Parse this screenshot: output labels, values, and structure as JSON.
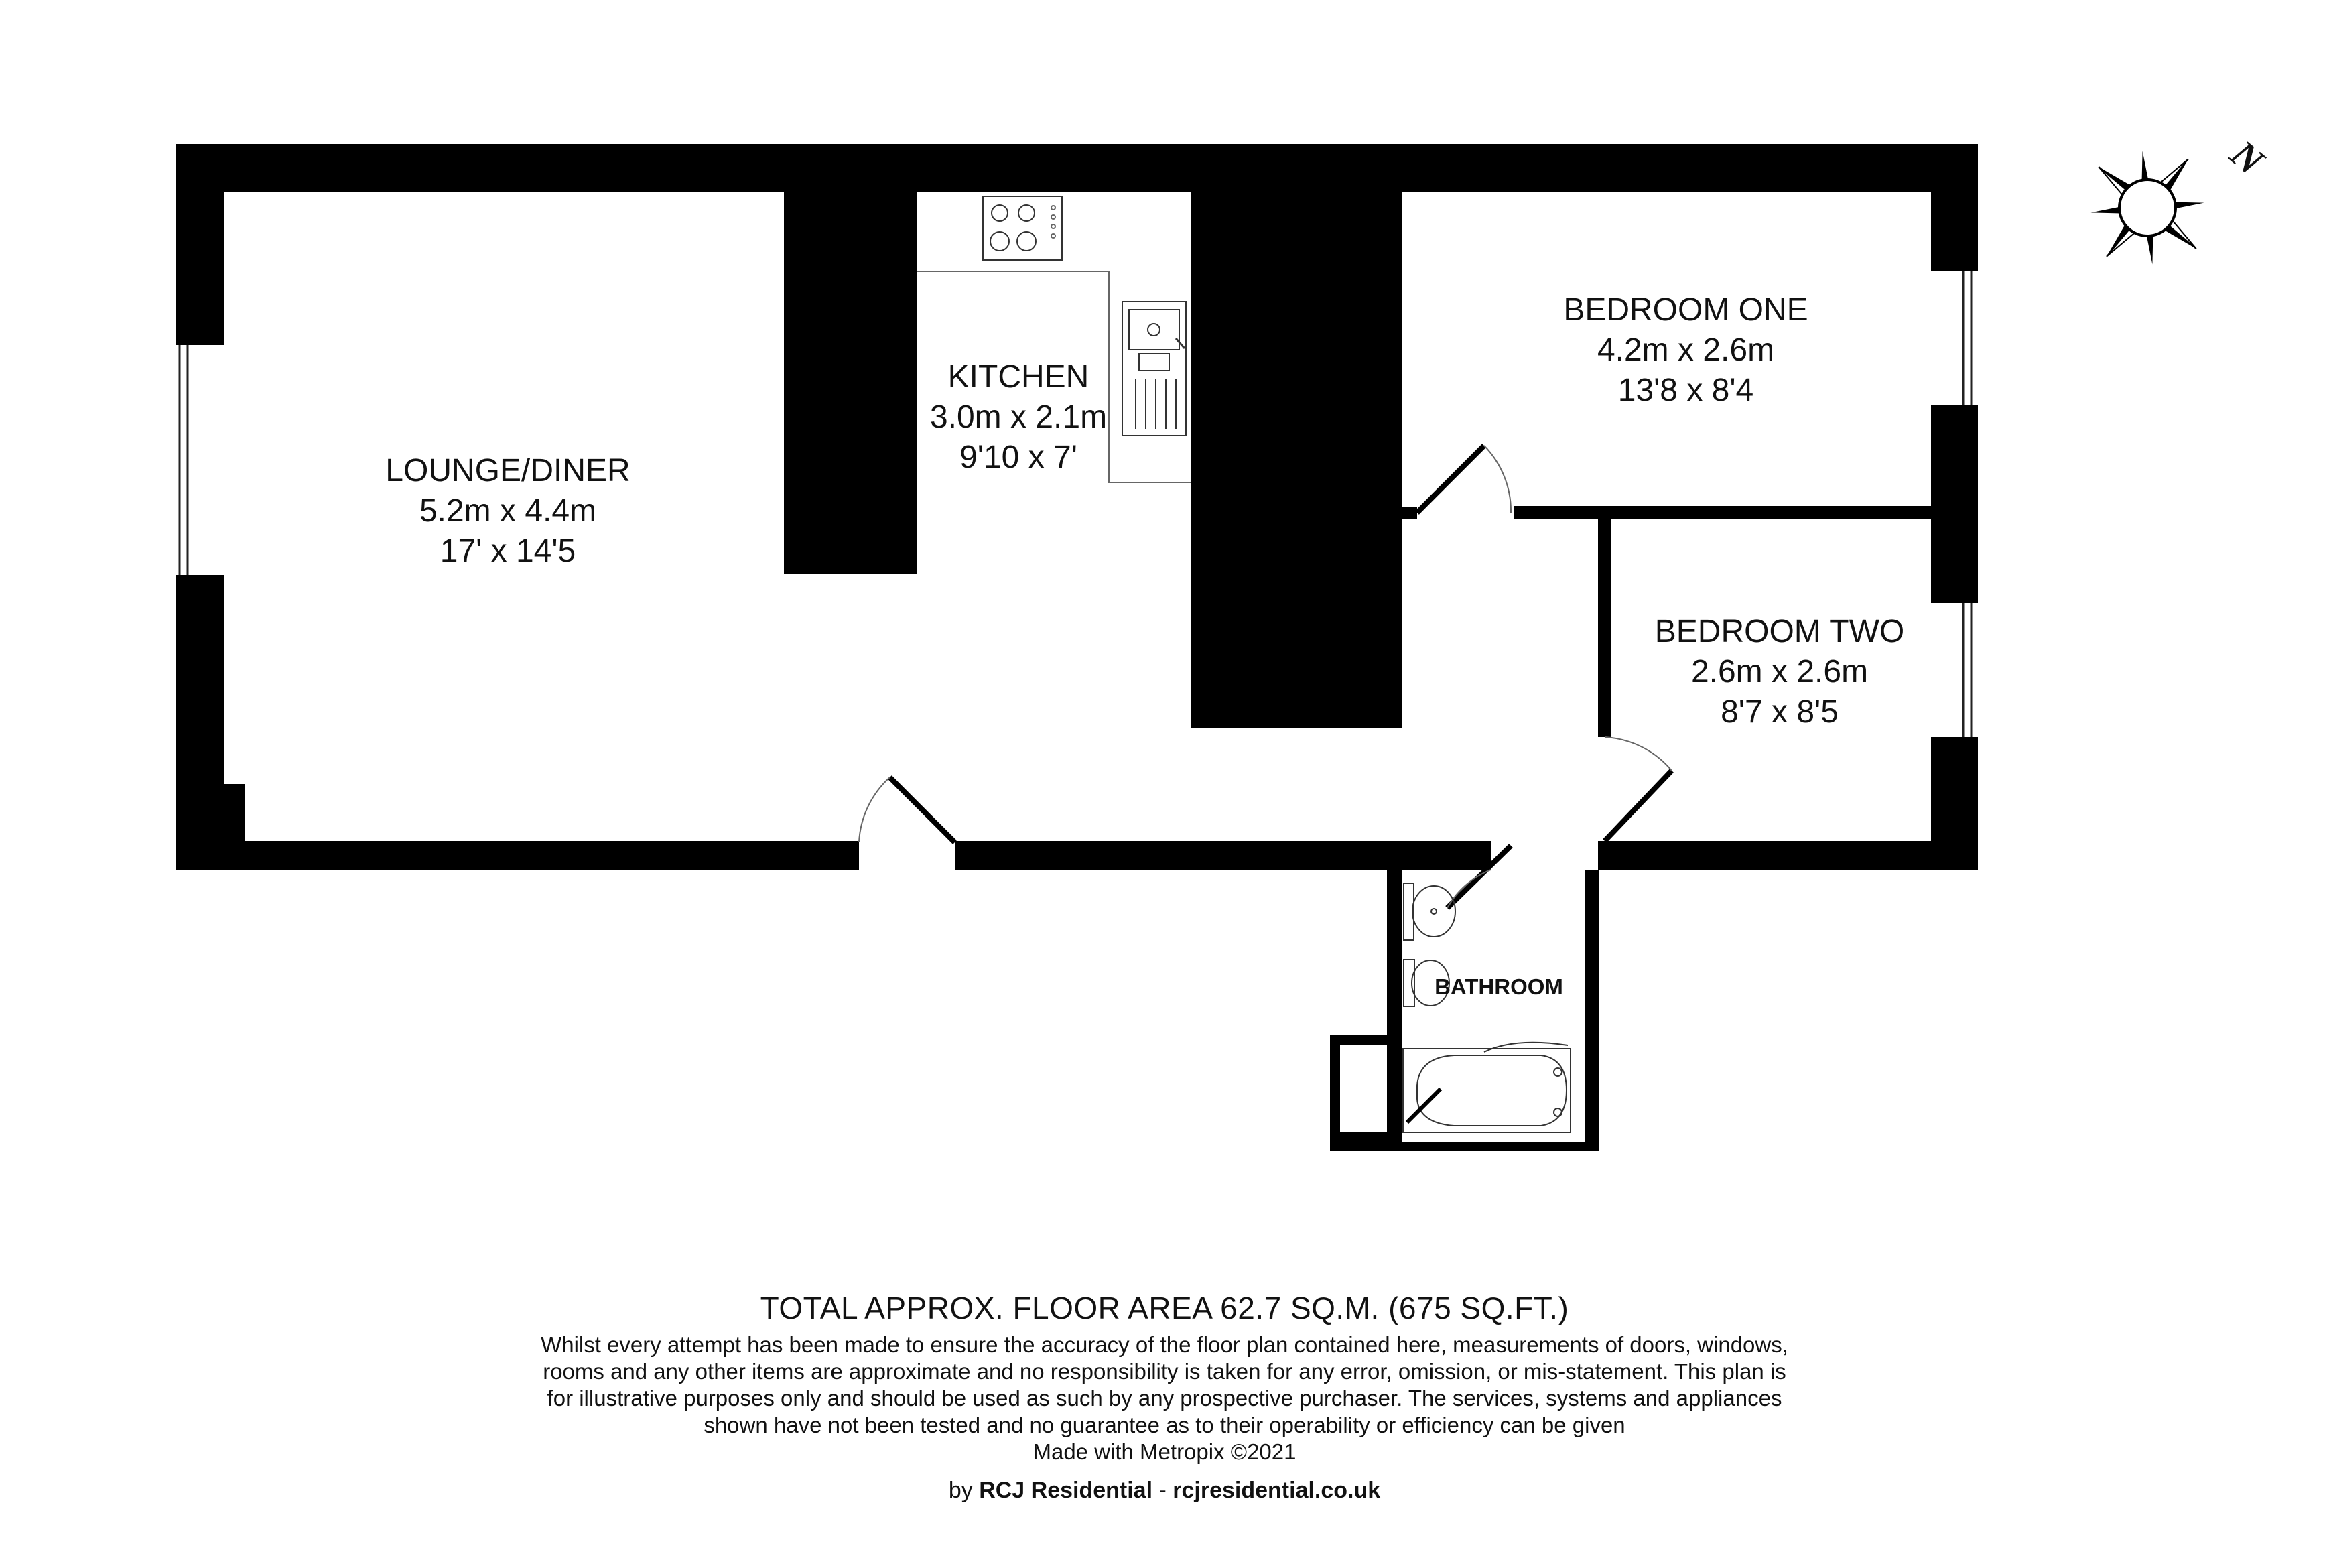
{
  "rooms": {
    "lounge": {
      "name": "LOUNGE/DINER",
      "metric": "5.2m x 4.4m",
      "imperial": "17' x 14'5"
    },
    "kitchen": {
      "name": "KITCHEN",
      "metric": "3.0m x 2.1m",
      "imperial": "9'10 x 7'"
    },
    "bedroom_one": {
      "name": "BEDROOM ONE",
      "metric": "4.2m x 2.6m",
      "imperial": "13'8 x 8'4"
    },
    "bedroom_two": {
      "name": "BEDROOM TWO",
      "metric": "2.6m x 2.6m",
      "imperial": "8'7 x 8'5"
    },
    "bathroom": {
      "name": "BATHROOM"
    }
  },
  "compass": {
    "label": "N"
  },
  "footer": {
    "total_area": "TOTAL APPROX. FLOOR AREA 62.7 SQ.M. (675 SQ.FT.)",
    "disclaimer": "Whilst every attempt has been made to ensure the accuracy of the floor plan contained here, measurements of doors, windows, rooms and any other items are approximate and no responsibility is taken for any error, omission, or mis-statement. This plan is for illustrative purposes only and should be used as such by any prospective purchaser. The services, systems and appliances shown have not been tested and no guarantee as to their operability or efficiency can be given",
    "made_with": "Made with Metropix ©2021",
    "credit_prefix": "by",
    "credit_company": "RCJ Residential",
    "credit_separator": "-",
    "credit_url": "rcjresidential.co.uk"
  },
  "colors": {
    "wall": "#000000",
    "fixture_line": "#555555",
    "background": "#ffffff"
  }
}
